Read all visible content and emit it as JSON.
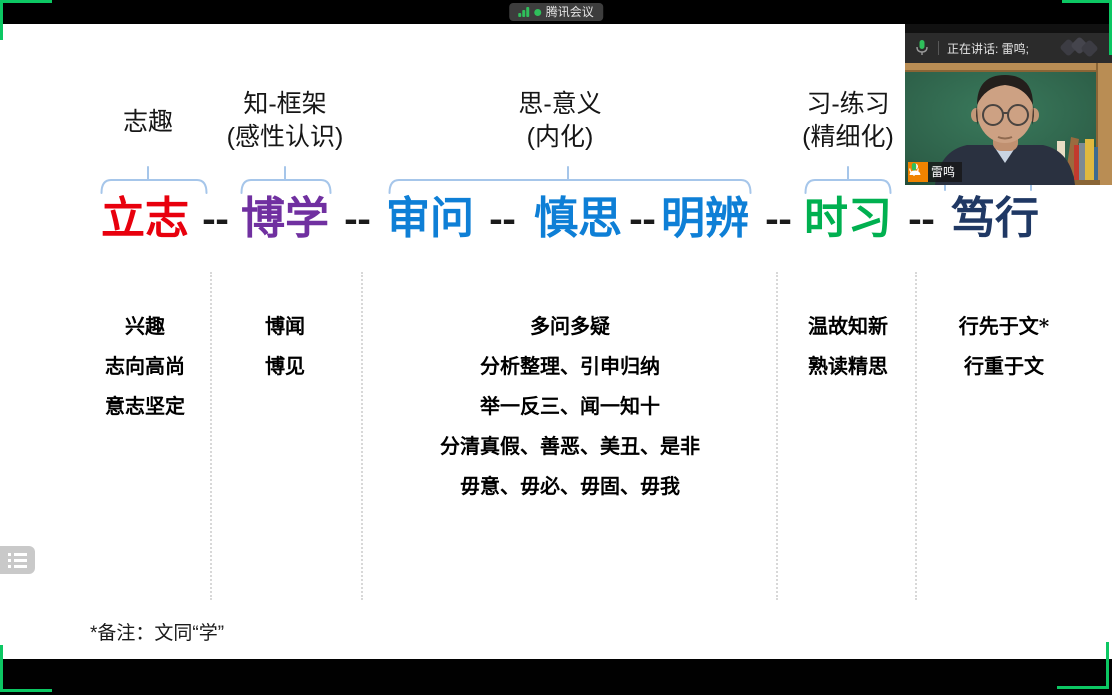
{
  "colors": {
    "share_border_green": "#0cc763",
    "brace_blue": "#a6c6ea",
    "accent_green": "#2fbf5b",
    "host_badge_orange": "#f08300"
  },
  "titlebar": {
    "app_label": "腾讯会议"
  },
  "icons": {
    "signal": "signal-bars",
    "live_dot": "green-dot",
    "speaking_mic": "microphone-active",
    "layout_switch": "overlapping-diamonds",
    "host_badge": "person",
    "name_mic": "microphone",
    "side_toggle": "list"
  },
  "speaker_panel": {
    "status_text": "正在讲话: 雷鸣;",
    "participant_name": "雷鸣"
  },
  "slide": {
    "separator": "--",
    "groups": [
      {
        "label": "志趣",
        "sub": ""
      },
      {
        "label": "知-框架",
        "sub": "(感性认识)"
      },
      {
        "label": "思-意义",
        "sub": "(内化)"
      },
      {
        "label": "习-练习",
        "sub": "(精细化)"
      }
    ],
    "sequence": [
      {
        "text": "立志",
        "color": "#e8000d"
      },
      {
        "text": "博学",
        "color": "#7030a0"
      },
      {
        "text": "审问",
        "color": "#0e7fd6"
      },
      {
        "text": "慎思",
        "color": "#0e7fd6"
      },
      {
        "text": "明辨",
        "color": "#0e7fd6"
      },
      {
        "text": "时习",
        "color": "#00b050"
      },
      {
        "text": "笃行",
        "color": "#1f3864"
      }
    ],
    "columns": [
      {
        "items": [
          "兴趣",
          "志向高尚",
          "意志坚定"
        ]
      },
      {
        "items": [
          "博闻",
          "博见"
        ]
      },
      {
        "items": [
          "多问多疑",
          "分析整理、引申归纳",
          "举一反三、闻一知十",
          "分清真假、善恶、美丑、是非",
          "毋意、毋必、毋固、毋我"
        ]
      },
      {
        "items": [
          "温故知新",
          "熟读精思"
        ]
      },
      {
        "items": [
          "行先于文*",
          "行重于文"
        ]
      }
    ],
    "footnote": "*备注：文同“学”"
  }
}
